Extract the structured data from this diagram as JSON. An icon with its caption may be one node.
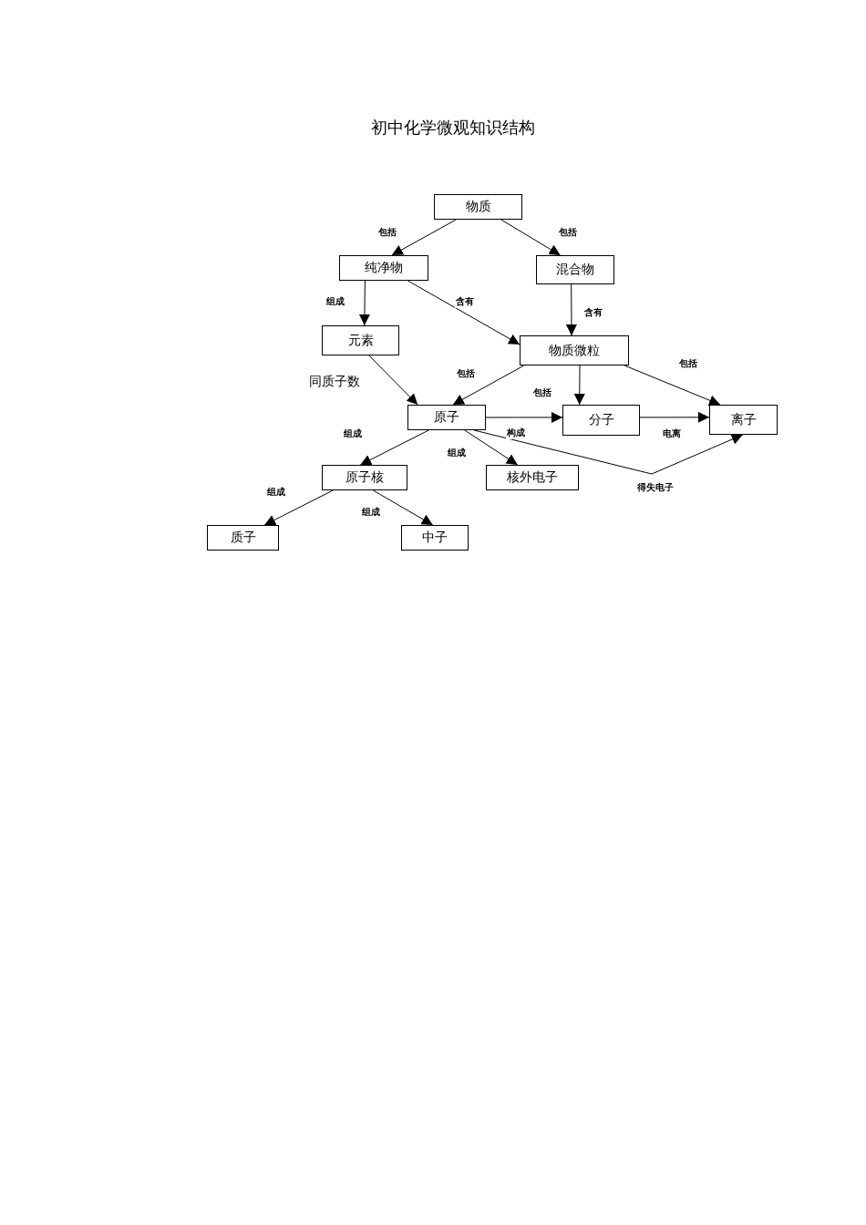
{
  "diagram": {
    "title": "初中化学微观知识结构",
    "nodes": [
      {
        "text": [
          "物质"
        ]
      },
      {
        "text": [
          "纯净物"
        ]
      },
      {
        "text": [
          "混合物"
        ]
      },
      {
        "text": [
          "元素"
        ]
      },
      {
        "text": [
          "物质微粒"
        ]
      },
      {
        "text": [
          "原子"
        ]
      },
      {
        "text": [
          "分子"
        ]
      },
      {
        "text": [
          "离子"
        ]
      },
      {
        "text": [
          "原子核"
        ]
      },
      {
        "text": [
          "核外电子"
        ]
      },
      {
        "text": [
          "质子"
        ]
      },
      {
        "text": [
          "中子"
        ]
      }
    ],
    "edges": [
      {
        "from": 0,
        "to": 1,
        "arrow": "to",
        "label": "包括"
      },
      {
        "from": 0,
        "to": 2,
        "arrow": "to",
        "label": "包括"
      },
      {
        "from": 1,
        "to": 3,
        "arrow": "to",
        "label": "组成"
      },
      {
        "from": 1,
        "to": 4,
        "arrow": "to",
        "label": "含有"
      },
      {
        "from": 2,
        "to": 4,
        "arrow": "to",
        "label": "含有"
      },
      {
        "from": 3,
        "to": 5,
        "arrow": "to",
        "label": "同质子数"
      },
      {
        "from": 4,
        "to": 5,
        "arrow": "to",
        "label": "包括"
      },
      {
        "from": 4,
        "to": 6,
        "arrow": "to",
        "label": "包括"
      },
      {
        "from": 4,
        "to": 7,
        "arrow": "to",
        "label": "包括"
      },
      {
        "from": 5,
        "to": 6,
        "arrow": "to",
        "label": "构成"
      },
      {
        "from": 6,
        "to": 7,
        "arrow": "to",
        "label": "电离"
      },
      {
        "from": 5,
        "to": 8,
        "arrow": "to",
        "label": "组成"
      },
      {
        "from": 5,
        "to": 9,
        "arrow": "to",
        "label": "组成"
      },
      {
        "from": 5,
        "to": 7,
        "arrow": "to",
        "label": "得失电子"
      },
      {
        "from": 8,
        "to": 10,
        "arrow": "to",
        "label": "组成"
      },
      {
        "from": 8,
        "to": 11,
        "arrow": "to",
        "label": "组成"
      }
    ]
  }
}
